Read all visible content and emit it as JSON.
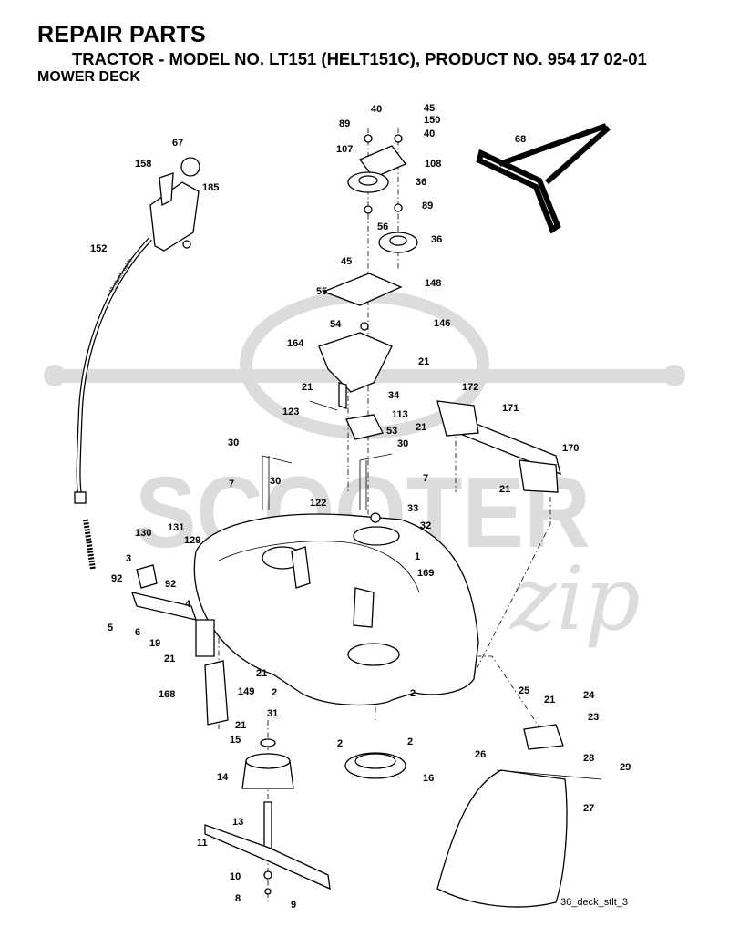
{
  "header": {
    "title": "REPAIR PARTS",
    "subtitle": "TRACTOR - MODEL NO. LT151 (HELT151C), PRODUCT NO. 954 17 02-01",
    "section": "MOWER DECK"
  },
  "drawing_code": "36_deck_stlt_3",
  "watermark": {
    "text": "SCOOTER",
    "script": "zip",
    "color": "#d6d6d6"
  },
  "cable_tag": "42_clutch_cable",
  "callouts": [
    {
      "id": "c67",
      "text": "67"
    },
    {
      "id": "c158",
      "text": "158"
    },
    {
      "id": "c185",
      "text": "185"
    },
    {
      "id": "c152",
      "text": "152"
    },
    {
      "id": "c40a",
      "text": "40"
    },
    {
      "id": "c45a",
      "text": "45"
    },
    {
      "id": "c89a",
      "text": "89"
    },
    {
      "id": "c150",
      "text": "150"
    },
    {
      "id": "c40b",
      "text": "40"
    },
    {
      "id": "c107",
      "text": "107"
    },
    {
      "id": "c108",
      "text": "108"
    },
    {
      "id": "c36a",
      "text": "36"
    },
    {
      "id": "c89b",
      "text": "89"
    },
    {
      "id": "c56",
      "text": "56"
    },
    {
      "id": "c36b",
      "text": "36"
    },
    {
      "id": "c68",
      "text": "68"
    },
    {
      "id": "c45b",
      "text": "45"
    },
    {
      "id": "c148",
      "text": "148"
    },
    {
      "id": "c55",
      "text": "55"
    },
    {
      "id": "c54",
      "text": "54"
    },
    {
      "id": "c146",
      "text": "146"
    },
    {
      "id": "c164",
      "text": "164"
    },
    {
      "id": "c21a",
      "text": "21"
    },
    {
      "id": "c21b",
      "text": "21"
    },
    {
      "id": "c34",
      "text": "34"
    },
    {
      "id": "c123",
      "text": "123"
    },
    {
      "id": "c113",
      "text": "113"
    },
    {
      "id": "c53",
      "text": "53"
    },
    {
      "id": "c172",
      "text": "172"
    },
    {
      "id": "c171",
      "text": "171"
    },
    {
      "id": "c21c",
      "text": "21"
    },
    {
      "id": "c170",
      "text": "170"
    },
    {
      "id": "c21d",
      "text": "21"
    },
    {
      "id": "c30a",
      "text": "30"
    },
    {
      "id": "c30b",
      "text": "30"
    },
    {
      "id": "c30c",
      "text": "30"
    },
    {
      "id": "c7a",
      "text": "7"
    },
    {
      "id": "c7b",
      "text": "7"
    },
    {
      "id": "c122",
      "text": "122"
    },
    {
      "id": "c33",
      "text": "33"
    },
    {
      "id": "c32",
      "text": "32"
    },
    {
      "id": "c1",
      "text": "1"
    },
    {
      "id": "c169",
      "text": "169"
    },
    {
      "id": "c130",
      "text": "130"
    },
    {
      "id": "c131",
      "text": "131"
    },
    {
      "id": "c129",
      "text": "129"
    },
    {
      "id": "c3",
      "text": "3"
    },
    {
      "id": "c92a",
      "text": "92"
    },
    {
      "id": "c92b",
      "text": "92"
    },
    {
      "id": "c4",
      "text": "4"
    },
    {
      "id": "c5",
      "text": "5"
    },
    {
      "id": "c6",
      "text": "6"
    },
    {
      "id": "c19",
      "text": "19"
    },
    {
      "id": "c21e",
      "text": "21"
    },
    {
      "id": "c168",
      "text": "168"
    },
    {
      "id": "c149",
      "text": "149"
    },
    {
      "id": "c21f",
      "text": "21"
    },
    {
      "id": "c2a",
      "text": "2"
    },
    {
      "id": "c21g",
      "text": "21"
    },
    {
      "id": "c2b",
      "text": "2"
    },
    {
      "id": "c31",
      "text": "31"
    },
    {
      "id": "c15",
      "text": "15"
    },
    {
      "id": "c2c",
      "text": "2"
    },
    {
      "id": "c2d",
      "text": "2"
    },
    {
      "id": "c16",
      "text": "16"
    },
    {
      "id": "c14",
      "text": "14"
    },
    {
      "id": "c13",
      "text": "13"
    },
    {
      "id": "c11",
      "text": "11"
    },
    {
      "id": "c10",
      "text": "10"
    },
    {
      "id": "c8",
      "text": "8"
    },
    {
      "id": "c9",
      "text": "9"
    },
    {
      "id": "c25",
      "text": "25"
    },
    {
      "id": "c24",
      "text": "24"
    },
    {
      "id": "c23",
      "text": "23"
    },
    {
      "id": "c21h",
      "text": "21"
    },
    {
      "id": "c26",
      "text": "26"
    },
    {
      "id": "c28",
      "text": "28"
    },
    {
      "id": "c29",
      "text": "29"
    },
    {
      "id": "c27",
      "text": "27"
    }
  ]
}
